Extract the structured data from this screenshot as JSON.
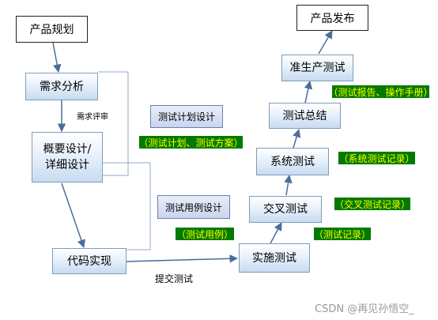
{
  "nodes": {
    "plan": "产品规划",
    "req": "需求分析",
    "design_line1": "概要设计/",
    "design_line2": "详细设计",
    "code": "代码实现",
    "impl_test": "实施测试",
    "cross_test": "交叉测试",
    "sys_test": "系统测试",
    "summary": "测试总结",
    "preprod": "准生产测试",
    "release": "产品发布"
  },
  "activities": {
    "test_plan_design": "测试计划设计",
    "test_case_design": "测试用例设计"
  },
  "artifacts": {
    "plan_doc": "（测试计划、测试方案）",
    "case_doc": "（测试用例）",
    "test_record": "（测试记录）",
    "cross_record": "（交叉测试记录）",
    "system_record": "（系统测试记录）",
    "report_manual": "（测试报告、操作手册）"
  },
  "edge_labels": {
    "review": "需求评审",
    "submit": "提交测试"
  },
  "watermark": "CSDN @再见孙悟空_",
  "colors": {
    "tag_bg": "#007a00",
    "tag_text": "#ffff00",
    "box_border": "#7f9db9",
    "arrow": "#4a6e9b"
  }
}
